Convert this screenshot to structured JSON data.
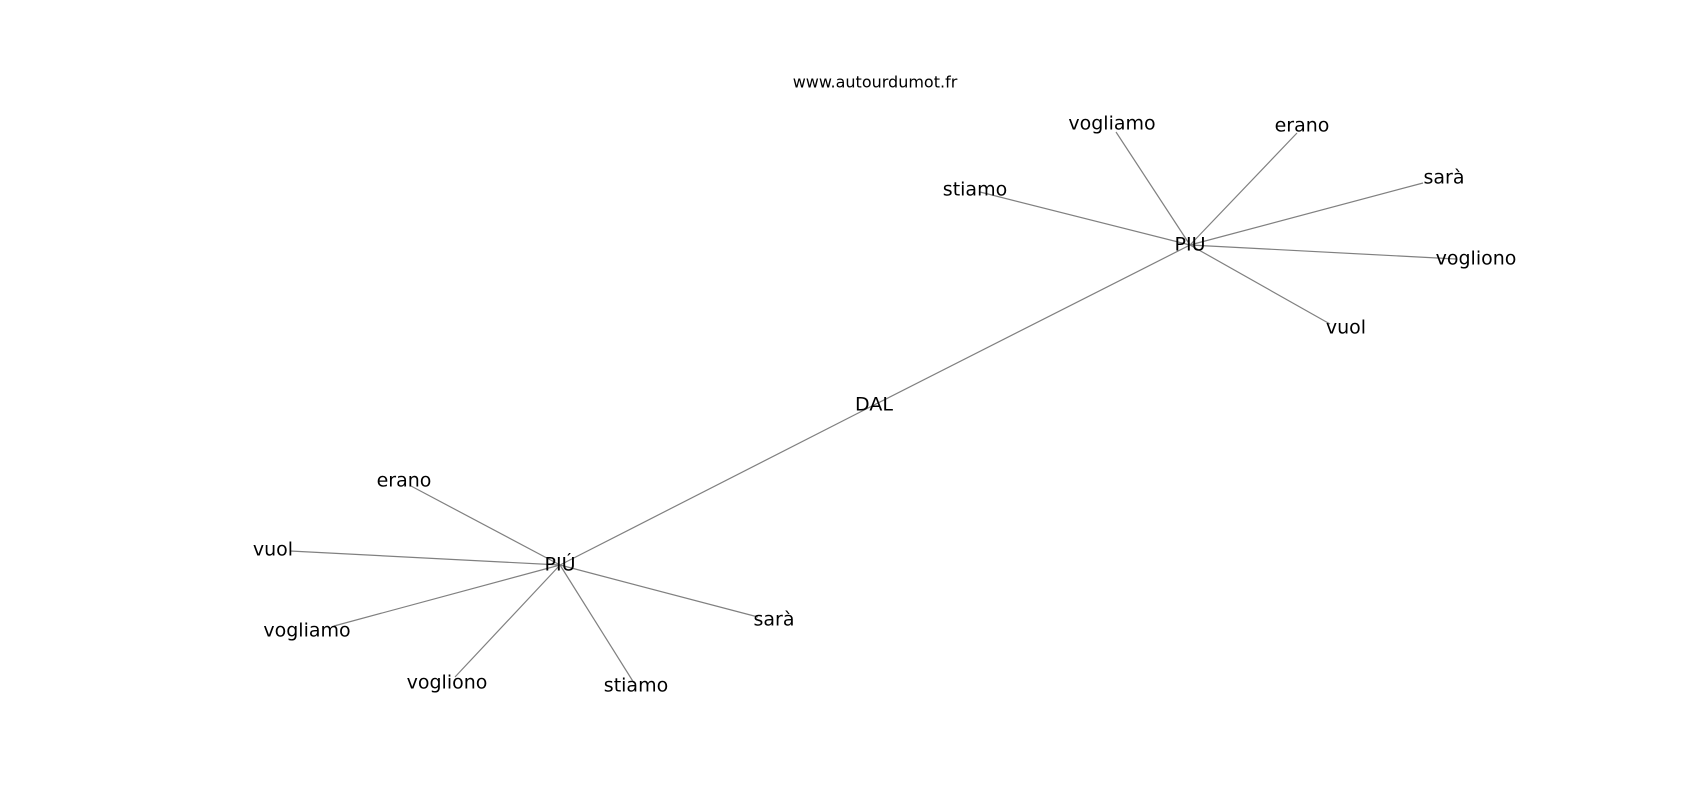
{
  "watermark": "www.autourdumot.fr",
  "colors": {
    "edge": "#808080",
    "text": "#000000",
    "background": "#ffffff"
  },
  "graph": {
    "nodes": [
      {
        "id": "dal",
        "label": "DAL"
      },
      {
        "id": "piu",
        "label": "PIU"
      },
      {
        "id": "piu2",
        "label": "PIÚ"
      },
      {
        "id": "piu-vogliamo",
        "label": "vogliamo"
      },
      {
        "id": "piu-erano",
        "label": "erano"
      },
      {
        "id": "piu-stiamo",
        "label": "stiamo"
      },
      {
        "id": "piu-sara",
        "label": "sarà"
      },
      {
        "id": "piu-vogliono",
        "label": "vogliono"
      },
      {
        "id": "piu-vuol",
        "label": "vuol"
      },
      {
        "id": "piu2-erano",
        "label": "erano"
      },
      {
        "id": "piu2-vuol",
        "label": "vuol"
      },
      {
        "id": "piu2-vogliamo",
        "label": "vogliamo"
      },
      {
        "id": "piu2-vogliono",
        "label": "vogliono"
      },
      {
        "id": "piu2-stiamo",
        "label": "stiamo"
      },
      {
        "id": "piu2-sara",
        "label": "sarà"
      }
    ],
    "edges": [
      [
        "dal",
        "piu"
      ],
      [
        "dal",
        "piu2"
      ],
      [
        "piu",
        "piu-vogliamo"
      ],
      [
        "piu",
        "piu-erano"
      ],
      [
        "piu",
        "piu-stiamo"
      ],
      [
        "piu",
        "piu-sara"
      ],
      [
        "piu",
        "piu-vogliono"
      ],
      [
        "piu",
        "piu-vuol"
      ],
      [
        "piu2",
        "piu2-erano"
      ],
      [
        "piu2",
        "piu2-vuol"
      ],
      [
        "piu2",
        "piu2-vogliamo"
      ],
      [
        "piu2",
        "piu2-vogliono"
      ],
      [
        "piu2",
        "piu2-stiamo"
      ],
      [
        "piu2",
        "piu2-sara"
      ]
    ]
  }
}
